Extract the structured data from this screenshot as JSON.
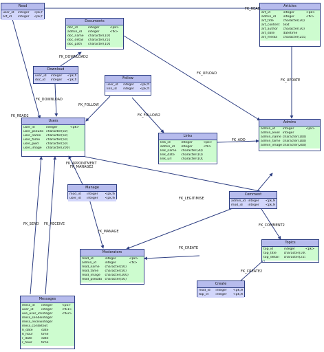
{
  "entities": {
    "read": {
      "name": "Read",
      "cols": [
        [
          "user_id",
          "integer",
          "<pk,fk1>"
        ],
        [
          "art_id",
          "integer",
          "<pk,fk2>"
        ]
      ]
    },
    "documents": {
      "name": "Documents",
      "cols": [
        [
          "doc_id",
          "integer",
          "<pk>"
        ],
        [
          "admin_id",
          "integer",
          "<fk>"
        ],
        [
          "doc_name",
          "character(100)",
          ""
        ],
        [
          "doc_detail",
          "character(255)",
          ""
        ],
        [
          "doc_path",
          "character(100)",
          ""
        ]
      ]
    },
    "articles": {
      "name": "Articles",
      "cols": [
        [
          "art_id",
          "integer",
          "<pk>"
        ],
        [
          "admin_id",
          "integer",
          "<fk>"
        ],
        [
          "art_title",
          "character(30)",
          ""
        ],
        [
          "art_content",
          "text",
          ""
        ],
        [
          "art_author",
          "character(30)",
          ""
        ],
        [
          "art_date",
          "datetime",
          ""
        ],
        [
          "art_media",
          "character(255)",
          ""
        ]
      ]
    },
    "download": {
      "name": "Download",
      "cols": [
        [
          "user_id",
          "integer",
          "<pk,fk1>"
        ],
        [
          "doc_id",
          "integer",
          "<pk,fk2>"
        ]
      ]
    },
    "follow": {
      "name": "Follow",
      "cols": [
        [
          "user_id",
          "integer",
          "<pk,fk1>"
        ],
        [
          "link_id",
          "integer",
          "<pk,fk2>"
        ]
      ]
    },
    "users": {
      "name": "Users",
      "cols": [
        [
          "user_id",
          "integer",
          "<pk>"
        ],
        [
          "user_pseudo",
          "character(50)",
          ""
        ],
        [
          "user_name",
          "character(50)",
          ""
        ],
        [
          "user_fame",
          "character(50)",
          ""
        ],
        [
          "user_pwd",
          "character(50)",
          ""
        ],
        [
          "user_image",
          "character(200)",
          ""
        ]
      ]
    },
    "links": {
      "name": "Links",
      "cols": [
        [
          "link_id",
          "integer",
          "<pk>"
        ],
        [
          "admin_id",
          "integer",
          "<fk>"
        ],
        [
          "link_name",
          "character(30)",
          ""
        ],
        [
          "link_date",
          "character(10)",
          ""
        ],
        [
          "link_url",
          "character(100)",
          ""
        ]
      ]
    },
    "admins": {
      "name": "Admins",
      "cols": [
        [
          "admin_id",
          "integer",
          "<pk>"
        ],
        [
          "admin_level",
          "integer",
          ""
        ],
        [
          "admin_name",
          "character(100)",
          ""
        ],
        [
          "admin_fame",
          "character(100)",
          ""
        ],
        [
          "admin_image",
          "character(200)",
          ""
        ]
      ]
    },
    "manage": {
      "name": "Manage",
      "cols": [
        [
          "mod_id",
          "integer",
          "<pk,fk1>"
        ],
        [
          "user_id",
          "integer",
          "<pk,fk2>"
        ]
      ]
    },
    "comment": {
      "name": "Comment",
      "cols": [
        [
          "admin_id",
          "integer",
          "<pk,fk1>"
        ],
        [
          "mod_id",
          "integer",
          "<pk,fk2>"
        ]
      ]
    },
    "moderators": {
      "name": "Moderators",
      "cols": [
        [
          "mod_id",
          "integer",
          "<pk>"
        ],
        [
          "admin_id",
          "integer",
          "<fk>"
        ],
        [
          "mod_name",
          "character(50)",
          ""
        ],
        [
          "mod_fame",
          "character(50)",
          ""
        ],
        [
          "mod_image",
          "character(200)",
          ""
        ],
        [
          "mod_pseudo",
          "character(50)",
          ""
        ]
      ]
    },
    "topics": {
      "name": "Topics",
      "cols": [
        [
          "top_id",
          "integer",
          "<pk>"
        ],
        [
          "top_title",
          "character(100)",
          ""
        ],
        [
          "top_detail",
          "character(255)",
          ""
        ]
      ]
    },
    "create": {
      "name": "Create",
      "cols": [
        [
          "mod_id",
          "integer",
          "<pk,fk1>"
        ],
        [
          "top_id",
          "integer",
          "<pk,fk2>"
        ]
      ]
    },
    "messages": {
      "name": "Messages",
      "cols": [
        [
          "mess_id",
          "integer",
          "<pk>"
        ],
        [
          "user_id",
          "integer",
          "<fk1>"
        ],
        [
          "use_user_id",
          "integer",
          "<fk2>"
        ],
        [
          "mess_sender",
          "integer",
          ""
        ],
        [
          "mess_receiver",
          "integer",
          ""
        ],
        [
          "mess_content",
          "text",
          ""
        ],
        [
          "h_date",
          "date",
          ""
        ],
        [
          "h_hour",
          "time",
          ""
        ],
        [
          "r_date",
          "date",
          ""
        ],
        [
          "r_hour",
          "time",
          ""
        ]
      ]
    }
  },
  "relations": {
    "fk_read_art": "FK_READ",
    "fk_read_user": "FK_READ2",
    "fk_download2": "FK_DOWNLOAD2",
    "fk_download": "FK_DOWNLOAD",
    "fk_follow": "FK_FOLLOW",
    "fk_follow2": "FK_FOLLOW2",
    "fk_upload": "FK_UPLOAD",
    "fk_update": "FK_UPDATE",
    "fk_add": "FK_ADD",
    "fk_manage2": "FK_MANAGE2",
    "fk_manage": "FK_MANAGE",
    "fk_appointment": "FK_APPOINTMENT",
    "fk_legitimise": "FK_LEGITIMISE",
    "fk_comment2": "FK_COMMENT2",
    "fk_create": "FK_CREATE",
    "fk_create2": "FK_CREATE2",
    "fk_send": "FK_SEND",
    "fk_receive": "FK_RECEIVE"
  }
}
